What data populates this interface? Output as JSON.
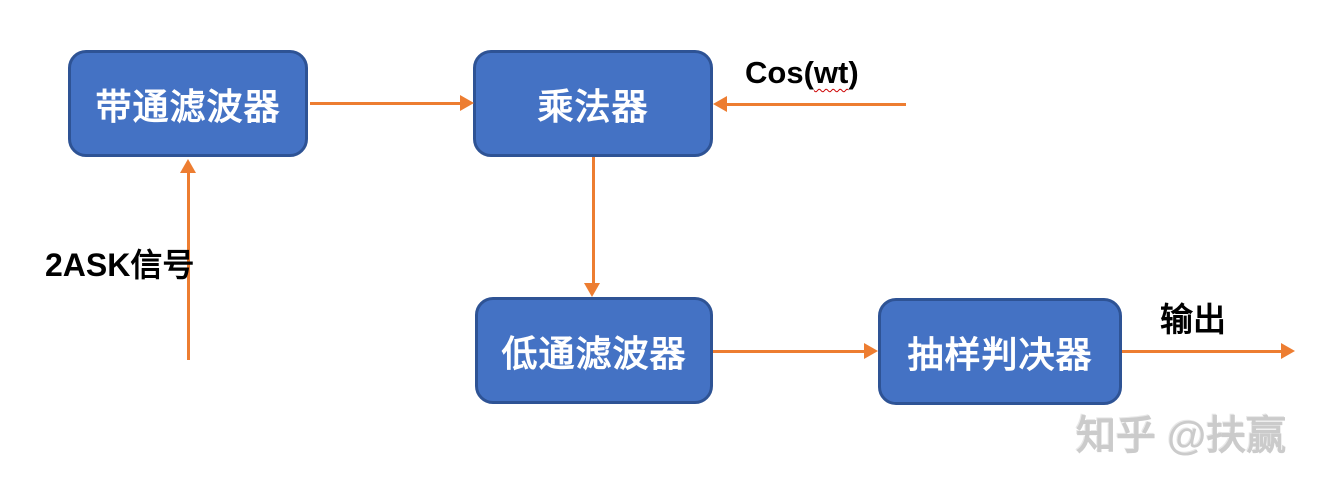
{
  "diagram": {
    "description": "2ASK signal coherent demodulation block diagram",
    "nodes": [
      {
        "id": "bandpass",
        "label": "带通滤波器"
      },
      {
        "id": "multiplier",
        "label": "乘法器"
      },
      {
        "id": "lowpass",
        "label": "低通滤波器"
      },
      {
        "id": "sampler",
        "label": "抽样判决器"
      }
    ],
    "labels": {
      "input": "2ASK信号",
      "carrier_prefix": "Cos(",
      "carrier_underlined": "wt",
      "carrier_suffix": ")",
      "output": "输出"
    },
    "edges": [
      {
        "from": "2ASK信号 input",
        "to": "带通滤波器",
        "direction": "up"
      },
      {
        "from": "带通滤波器",
        "to": "乘法器",
        "direction": "right"
      },
      {
        "from": "Cos(wt) carrier",
        "to": "乘法器",
        "direction": "left"
      },
      {
        "from": "乘法器",
        "to": "低通滤波器",
        "direction": "down"
      },
      {
        "from": "低通滤波器",
        "to": "抽样判决器",
        "direction": "right"
      },
      {
        "from": "抽样判决器",
        "to": "输出",
        "direction": "right"
      }
    ],
    "watermark": "知乎 @扶赢",
    "colors": {
      "node_fill": "#4472C4",
      "node_border": "#2E5395",
      "arrow": "#ED7D31",
      "node_text": "#FFFFFF",
      "label_text": "#000000",
      "watermark_text": "#CBCBCB",
      "background": "#FFFFFF"
    }
  }
}
